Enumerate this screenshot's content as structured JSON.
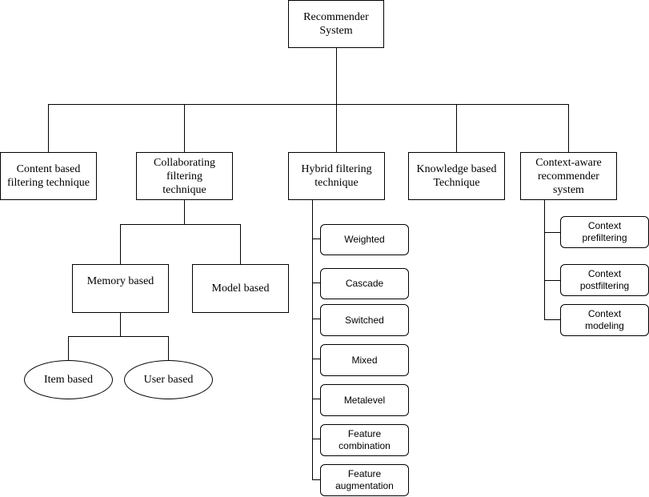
{
  "nodes": {
    "root": "Recommender\nSystem",
    "content_based": "Content based\nfiltering technique",
    "collaborating": "Collaborating\nfiltering\ntechnique",
    "hybrid": "Hybrid filtering\ntechnique",
    "knowledge": "Knowledge based\nTechnique",
    "context_aware": "Context-aware\nrecommender\nsystem",
    "memory_based": "Memory based",
    "model_based": "Model based",
    "item_based": "Item based",
    "user_based": "User based",
    "weighted": "Weighted",
    "cascade": "Cascade",
    "switched": "Switched",
    "mixed": "Mixed",
    "metalevel": "Metalevel",
    "feature_combination": "Feature\ncombination",
    "feature_augmentation": "Feature\naugmentation",
    "context_prefiltering": "Context\nprefiltering",
    "context_postfiltering": "Context\npostfiltering",
    "context_modeling": "Context\nmodeling"
  }
}
